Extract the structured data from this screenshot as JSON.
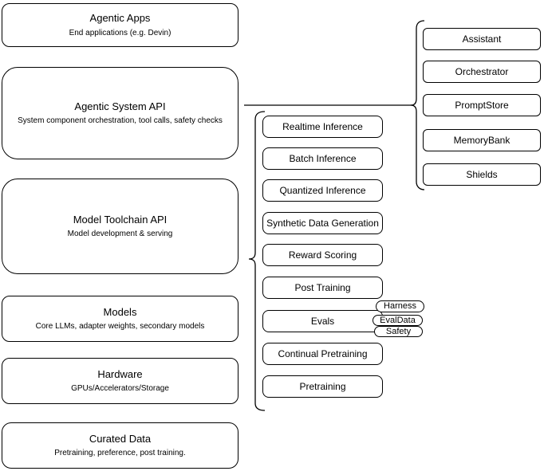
{
  "diagram": {
    "colors": {
      "background": "#ffffff",
      "box_fill": "#ffffff",
      "stroke": "#000000"
    },
    "left_column": [
      {
        "title": "Agentic Apps",
        "subtitle": "End applications (e.g. Devin)"
      },
      {
        "title": "Agentic System API",
        "subtitle": "System component orchestration, tool calls, safety checks"
      },
      {
        "title": "Model Toolchain API",
        "subtitle": "Model development & serving"
      },
      {
        "title": "Models",
        "subtitle": "Core LLMs, adapter weights, secondary models"
      },
      {
        "title": "Hardware",
        "subtitle": "GPUs/Accelerators/Storage"
      },
      {
        "title": "Curated Data",
        "subtitle": "Pretraining, preference, post training."
      }
    ],
    "toolchain_components": [
      "Realtime Inference",
      "Batch Inference",
      "Quantized Inference",
      "Synthetic Data Generation",
      "Reward Scoring",
      "Post Training",
      "Evals",
      "Continual Pretraining",
      "Pretraining"
    ],
    "eval_badges": [
      "Harness",
      "EvalData",
      "Safety"
    ],
    "system_components": [
      "Assistant",
      "Orchestrator",
      "PromptStore",
      "MemoryBank",
      "Shields"
    ]
  }
}
